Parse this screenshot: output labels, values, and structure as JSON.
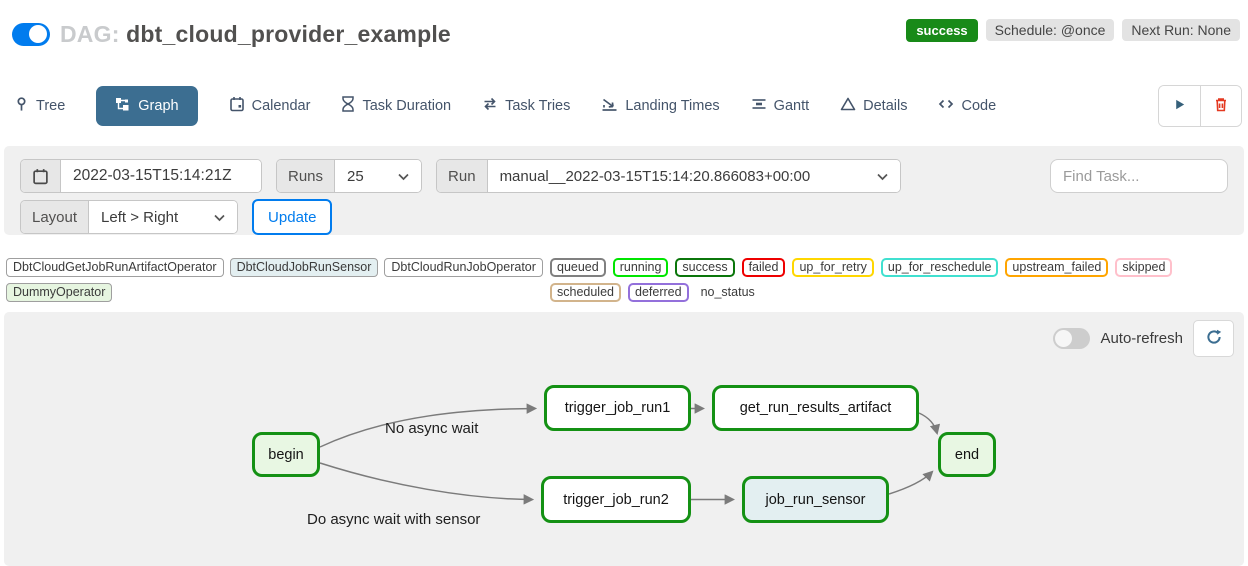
{
  "header": {
    "toggle_on": true,
    "dag_prefix": "DAG:",
    "dag_title": "dbt_cloud_provider_example",
    "status_badge": "success",
    "schedule_badge": "Schedule: @once",
    "next_run_badge": "Next Run: None"
  },
  "tabs": [
    {
      "label": "Tree",
      "active": false
    },
    {
      "label": "Graph",
      "active": true
    },
    {
      "label": "Calendar",
      "active": false
    },
    {
      "label": "Task Duration",
      "active": false
    },
    {
      "label": "Task Tries",
      "active": false
    },
    {
      "label": "Landing Times",
      "active": false
    },
    {
      "label": "Gantt",
      "active": false
    },
    {
      "label": "Details",
      "active": false
    },
    {
      "label": "Code",
      "active": false
    }
  ],
  "filters": {
    "base_date": "2022-03-15T15:14:21Z",
    "runs_label": "Runs",
    "runs_value": "25",
    "run_label": "Run",
    "run_value": "manual__2022-03-15T15:14:20.866083+00:00",
    "find_task_placeholder": "Find Task...",
    "layout_label": "Layout",
    "layout_value": "Left > Right",
    "update_label": "Update"
  },
  "legend": {
    "operators": [
      {
        "label": "DbtCloudGetJobRunArtifactOperator",
        "fill": "#ffffff"
      },
      {
        "label": "DbtCloudJobRunSensor",
        "fill": "#e3eff1"
      },
      {
        "label": "DbtCloudRunJobOperator",
        "fill": "#ffffff"
      },
      {
        "label": "DummyOperator",
        "fill": "#e6f5e0"
      }
    ],
    "statuses": [
      {
        "label": "queued",
        "border": "#808080"
      },
      {
        "label": "running",
        "border": "#00e500"
      },
      {
        "label": "success",
        "border": "#0b760b"
      },
      {
        "label": "failed",
        "border": "#ee0000"
      },
      {
        "label": "up_for_retry",
        "border": "#ffd700"
      },
      {
        "label": "up_for_reschedule",
        "border": "#40e0d0"
      },
      {
        "label": "upstream_failed",
        "border": "#ffa500"
      },
      {
        "label": "skipped",
        "border": "#ffc0cb"
      },
      {
        "label": "scheduled",
        "border": "#d2b48c"
      },
      {
        "label": "deferred",
        "border": "#9370db"
      },
      {
        "label": "no_status",
        "border": "none"
      }
    ]
  },
  "graph": {
    "auto_refresh_label": "Auto-refresh",
    "auto_refresh_on": false,
    "nodes": [
      {
        "id": "begin",
        "label": "begin",
        "fill": "#e8f7e3"
      },
      {
        "id": "trigger_job_run1",
        "label": "trigger_job_run1",
        "fill": "#ffffff"
      },
      {
        "id": "get_run_results_artifact",
        "label": "get_run_results_artifact",
        "fill": "#ffffff"
      },
      {
        "id": "end",
        "label": "end",
        "fill": "#e8f7e3"
      },
      {
        "id": "trigger_job_run2",
        "label": "trigger_job_run2",
        "fill": "#ffffff"
      },
      {
        "id": "job_run_sensor",
        "label": "job_run_sensor",
        "fill": "#e3eff1"
      }
    ],
    "edges": [
      "begin->trigger_job_run1",
      "begin->trigger_job_run2",
      "trigger_job_run1->get_run_results_artifact",
      "get_run_results_artifact->end",
      "trigger_job_run2->job_run_sensor",
      "job_run_sensor->end"
    ],
    "edge_labels": [
      "No async wait",
      "Do async wait with sensor"
    ]
  },
  "colors": {
    "accent_blue": "#017cee",
    "tab_active_bg": "#3c6e91",
    "success_green": "#188a18",
    "node_border_green": "#149114",
    "danger_red": "#e43921",
    "edge_gray": "#7b7b7b",
    "panel_gray": "#f0f0f0"
  }
}
